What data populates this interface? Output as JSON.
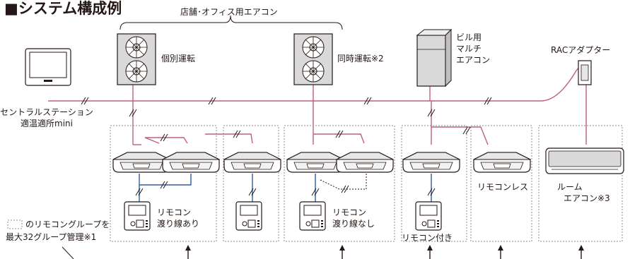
{
  "title": "■システム構成例",
  "store_office_label": "店舗･オフィス用エアコン",
  "units": {
    "individual": "個別運転",
    "simultaneous": "同時運転※2",
    "building_multi": [
      "ビル用",
      "マルチ",
      "エアコン"
    ],
    "rac_adapter": "RACアダプター"
  },
  "central_station": [
    "セントラルステーション",
    "適温適所mini"
  ],
  "remote_labels": {
    "with_crossover": [
      "リモコン",
      "渡り線あり"
    ],
    "without_crossover": [
      "リモコン",
      "渡り線なし"
    ],
    "with_remote": "リモコン付き",
    "remoteless": "リモコンレス"
  },
  "room_aircon": [
    "ルーム",
    "エアコン※3"
  ],
  "group_note": [
    "のリモコングループを",
    "最大32グループ管理※1"
  ],
  "colors": {
    "transmission_line": "#c0607a",
    "remote_line": "#2f5e9e",
    "unit_fill": "#dcdcdc",
    "outline": "#231815",
    "group_border": "#8c8c8c"
  }
}
